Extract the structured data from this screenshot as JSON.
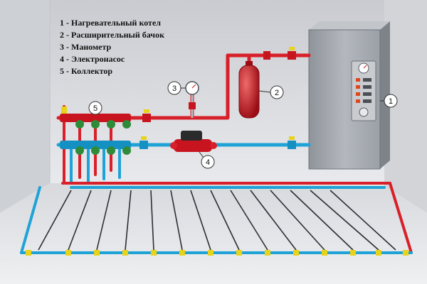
{
  "legend": {
    "items": [
      "1 - Нагревательный котел",
      "2 - Расширительный бачок",
      "3 - Манометр",
      "4 - Электронасос",
      "5 - Коллектор"
    ]
  },
  "callouts": {
    "boiler": "1",
    "expansion_tank": "2",
    "manometer": "3",
    "pump": "4",
    "collector": "5"
  },
  "colors": {
    "supply_pipe": "#d8202a",
    "return_pipe": "#1fa3d6",
    "boiler_body": "#9ea3aa",
    "tank": "#c8141e",
    "valve_handle": "#e9d21a",
    "floor": "#e2e4e8",
    "wall": "#dcdde1"
  }
}
